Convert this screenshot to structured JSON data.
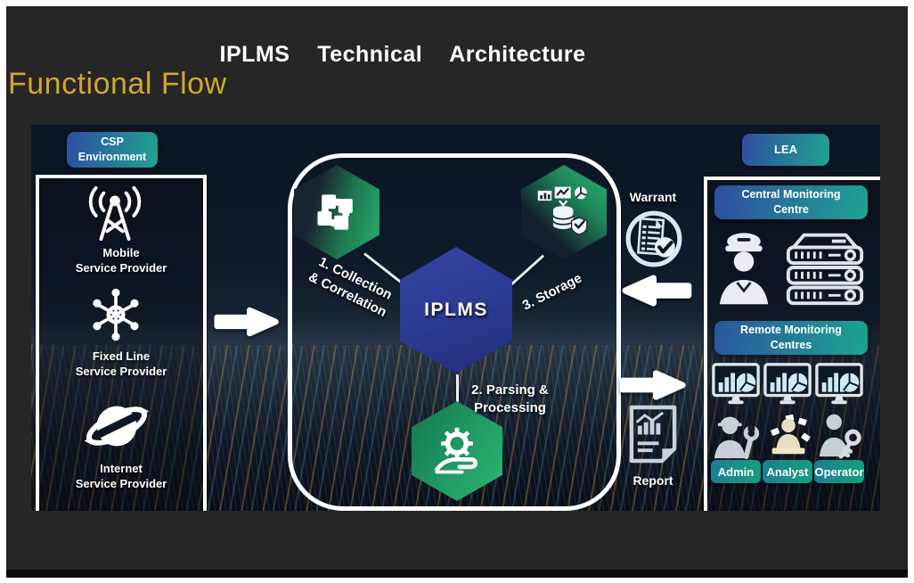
{
  "slide": {
    "title": "IPLMS  Technical  Architecture",
    "subtitle": "Functional Flow"
  },
  "csp": {
    "badge_line1": "CSP",
    "badge_line2": "Environment",
    "providers": [
      {
        "line1": "Mobile",
        "line2": "Service Provider",
        "icon": "cell-tower-icon"
      },
      {
        "line1": "Fixed Line",
        "line2": "Service Provider",
        "icon": "network-hub-icon"
      },
      {
        "line1": "Internet",
        "line2": "Service Provider",
        "icon": "globe-icon"
      }
    ]
  },
  "core": {
    "platform": "IPLMS",
    "step1_line1": "1.  Collection",
    "step1_line2": "& Correlation",
    "step2_line1": "2.  Parsing &",
    "step2_line2": "Processing",
    "step3": "3.  Storage"
  },
  "exchange": {
    "warrant_label": "Warrant",
    "report_label": "Report"
  },
  "lea": {
    "badge": "LEA",
    "central_line1": "Central Monitoring",
    "central_line2": "Centre",
    "remote_line1": "Remote Monitoring",
    "remote_line2": "Centres",
    "roles": [
      {
        "label": "Admin"
      },
      {
        "label": "Analyst"
      },
      {
        "label": "Operator"
      }
    ]
  },
  "colors": {
    "accent_gold": "#D2A62E",
    "badge_gradient_start": "#2E4DA3",
    "badge_gradient_end": "#1FA390",
    "hexagon_green": "#23A065",
    "hexagon_blue": "#2B3A92",
    "role_button_start": "#1D7D92",
    "role_button_end": "#14A07C"
  }
}
